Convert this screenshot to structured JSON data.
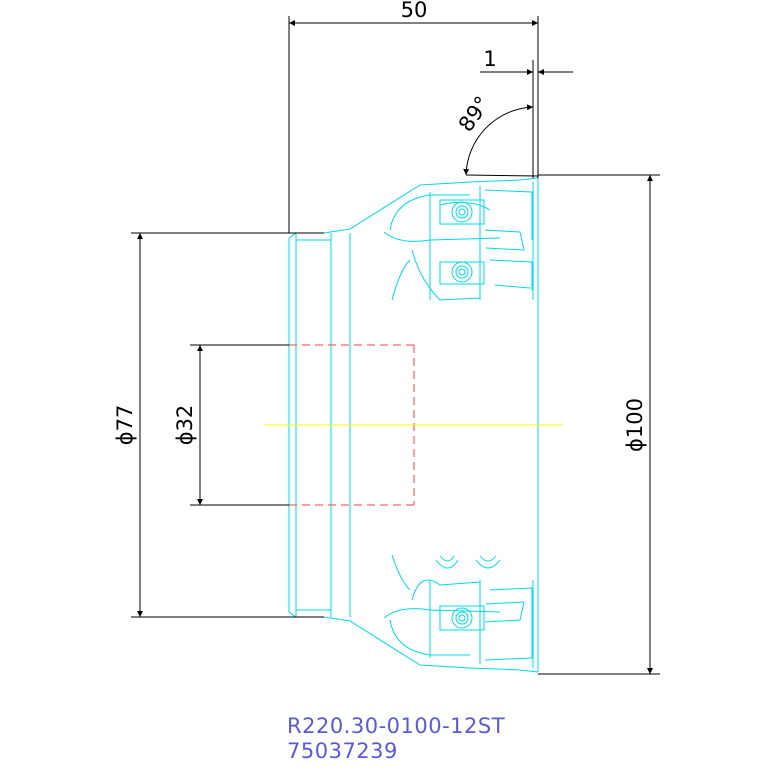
{
  "dimensions": {
    "length": "50",
    "offset": "1",
    "angle": "89°",
    "shank_diameter": "ϕ77",
    "bore_diameter": "ϕ32",
    "cutting_diameter": "ϕ100"
  },
  "caption": {
    "line1": "R220.30-0100-12ST",
    "line2": "75037239"
  },
  "colors": {
    "dimension": "#000000",
    "outline": "#00d8e8",
    "hidden": "#ff4040",
    "centerline": "#ffff00",
    "caption": "#5a5ad6"
  }
}
